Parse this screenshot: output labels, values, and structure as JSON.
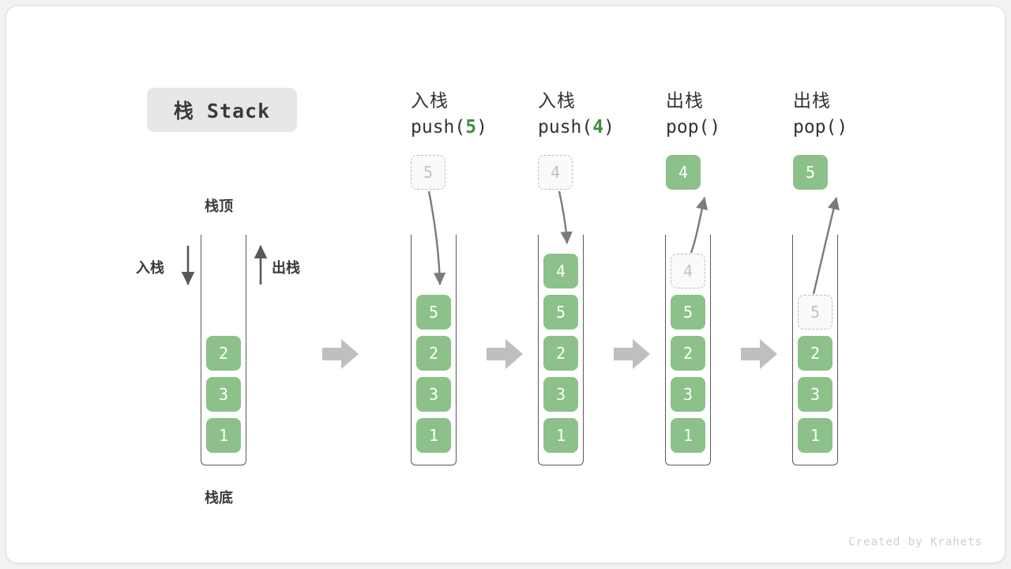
{
  "figure": {
    "title_badge": "栈 Stack",
    "footer": "Created by Krahets",
    "accent_green": "#8cc189",
    "arg_green": "#3e8e41",
    "ghost_border": "#bdbdbd",
    "wall_color": "#5a5a5a",
    "transition_arrow_color": "#bfbfbf"
  },
  "annotations": {
    "top_label": "栈顶",
    "bottom_label": "栈底",
    "push_label": "入栈",
    "pop_label": "出栈"
  },
  "columns": [
    {
      "id": "initial",
      "head_cn": "",
      "head_op_prefix": "",
      "head_op_arg": "",
      "head_op_suffix": "",
      "items": [
        "2",
        "3",
        "1"
      ],
      "floating": null,
      "ghost_in_stack": null
    },
    {
      "id": "push-5",
      "head_cn": "入栈",
      "head_op_prefix": "push(",
      "head_op_arg": "5",
      "head_op_suffix": ")",
      "items": [
        "5",
        "2",
        "3",
        "1"
      ],
      "floating": {
        "value": "5",
        "style": "ghost"
      },
      "ghost_in_stack": null
    },
    {
      "id": "push-4",
      "head_cn": "入栈",
      "head_op_prefix": "push(",
      "head_op_arg": "4",
      "head_op_suffix": ")",
      "items": [
        "4",
        "5",
        "2",
        "3",
        "1"
      ],
      "floating": {
        "value": "4",
        "style": "ghost"
      },
      "ghost_in_stack": null
    },
    {
      "id": "pop-1",
      "head_cn": "出栈",
      "head_op_prefix": "pop(",
      "head_op_arg": "",
      "head_op_suffix": ")",
      "items": [
        "5",
        "2",
        "3",
        "1"
      ],
      "floating": {
        "value": "4",
        "style": "solid"
      },
      "ghost_in_stack": {
        "value": "4",
        "slot": 0
      }
    },
    {
      "id": "pop-2",
      "head_cn": "出栈",
      "head_op_prefix": "pop(",
      "head_op_arg": "",
      "head_op_suffix": ")",
      "items": [
        "2",
        "3",
        "1"
      ],
      "floating": {
        "value": "5",
        "style": "solid"
      },
      "ghost_in_stack": {
        "value": "5",
        "slot": 1
      }
    }
  ]
}
